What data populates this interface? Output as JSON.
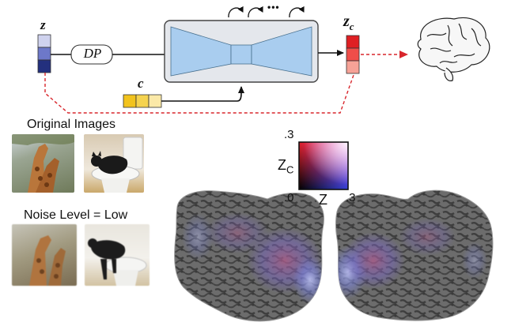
{
  "diagram": {
    "z_label": "z",
    "dp_label": "DP",
    "c_label": "c",
    "zc_label_main": "z",
    "zc_label_sub": "c",
    "ellipsis": "•••",
    "dashed_color": "#d8262c",
    "encoder_color": "#a9cdef",
    "box_fill": "#e4e7ec"
  },
  "panels": {
    "original_title": "Original Images",
    "noise_title": "Noise Level = Low"
  },
  "colormap": {
    "y_top_tick": ".3",
    "y_axis_label_main": "Z",
    "y_axis_label_sub": "C",
    "x_left_tick": ".0",
    "x_axis_label": "Z",
    "x_right_tick": ".3",
    "red_color": "#e0202a",
    "blue_color": "#3340d8"
  }
}
